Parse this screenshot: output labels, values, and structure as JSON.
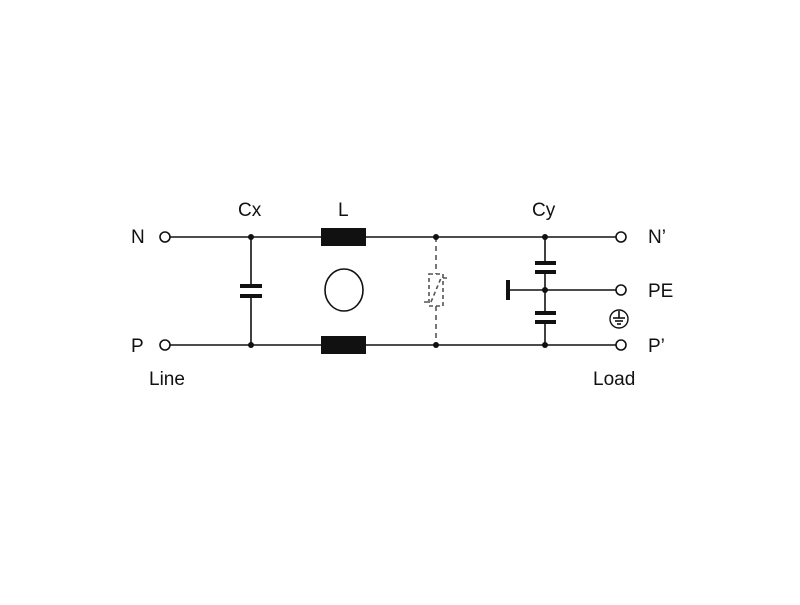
{
  "diagram": {
    "labels": {
      "n_in": "N",
      "p_in": "P",
      "line": "Line",
      "cx": "Cx",
      "l": "L",
      "cy": "Cy",
      "n_out": "N’",
      "pe": "PE",
      "p_out": "P’",
      "load": "Load"
    },
    "icons": {
      "ground": "protective-earth-icon",
      "varistor": "varistor-icon",
      "core": "toroid-core-icon"
    },
    "colors": {
      "line": "#111111",
      "dashed": "#555555",
      "background": "#ffffff"
    }
  }
}
